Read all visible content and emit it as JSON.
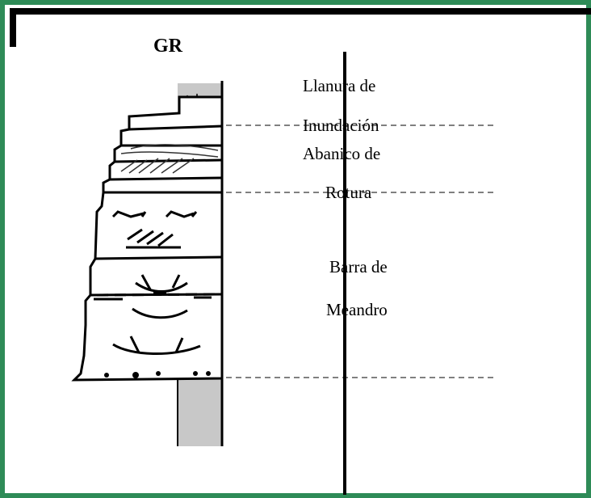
{
  "log_header": "GR",
  "facies": [
    {
      "line1": "Llanura de",
      "line2": "Inundación"
    },
    {
      "line1": "Abanico de",
      "line2": "Rotura"
    },
    {
      "line1": "Barra de",
      "line2": "Meandro"
    }
  ],
  "colors": {
    "border": "#2e8b57",
    "top_bar": "#000000",
    "shale": "#c8c8c8",
    "ink": "#000000"
  }
}
